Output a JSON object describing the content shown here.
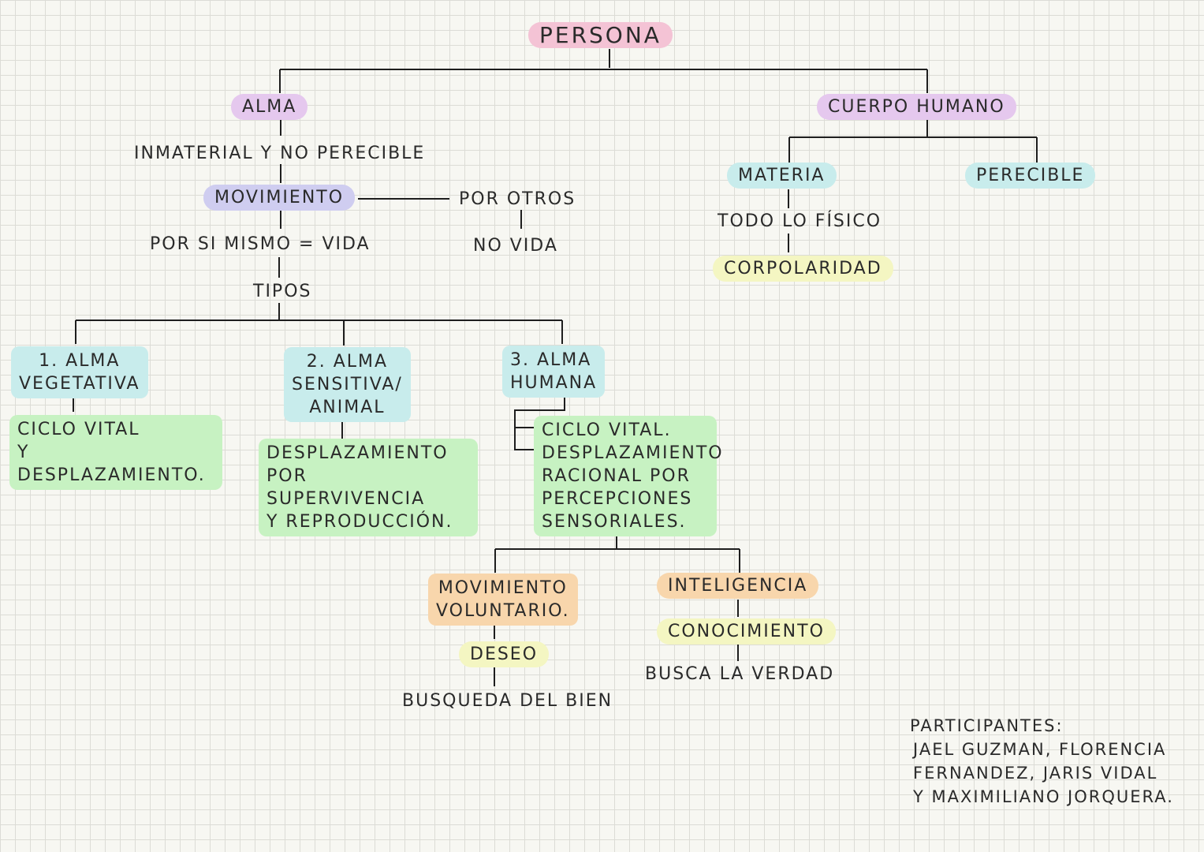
{
  "diagram": {
    "root": "Persona",
    "alma": {
      "title": "Alma",
      "property": "Inmaterial y no perecible",
      "movimiento": "Movimiento",
      "por_otros": "Por otros",
      "no_vida": "No vida",
      "por_si_mismo": "Por si mismo = vida",
      "tipos": "Tipos",
      "types": [
        {
          "title": "1. Alma\nvegetativa",
          "desc": "Ciclo vital\ny desplazamiento."
        },
        {
          "title": "2. Alma\nsensitiva/\nanimal",
          "desc": "Desplazamiento\npor supervivencia\ny reproducción."
        },
        {
          "title": "3. Alma\nhumana",
          "desc": "Ciclo vital.\nDesplazamiento\nracional por\npercepciones\nsensoriales."
        }
      ],
      "movimiento_voluntario": "Movimiento\nvoluntario.",
      "deseo": "Deseo",
      "busqueda": "Busqueda del bien",
      "inteligencia": "Inteligencia",
      "conocimiento": "Conocimiento",
      "verdad": "Busca la verdad"
    },
    "cuerpo": {
      "title": "Cuerpo humano",
      "materia": "Materia",
      "todo_fisico": "Todo lo físico",
      "corporalidad": "Corpolaridad",
      "perecible": "Perecible"
    }
  },
  "participants": {
    "label": "Participantes:",
    "names": "Jael Guzman, Florencia\nFernandez, Jaris Vidal\ny Maximiliano Jorquera."
  },
  "colors": {
    "pink": "#f4c3d5",
    "purple": "#e5c8ee",
    "lavender": "#cfcdf0",
    "teal": "#c8ecec",
    "green": "#c7f2c2",
    "yellow": "#f4f6c2",
    "orange": "#f8d6ac",
    "line": "#1e1e1e"
  }
}
